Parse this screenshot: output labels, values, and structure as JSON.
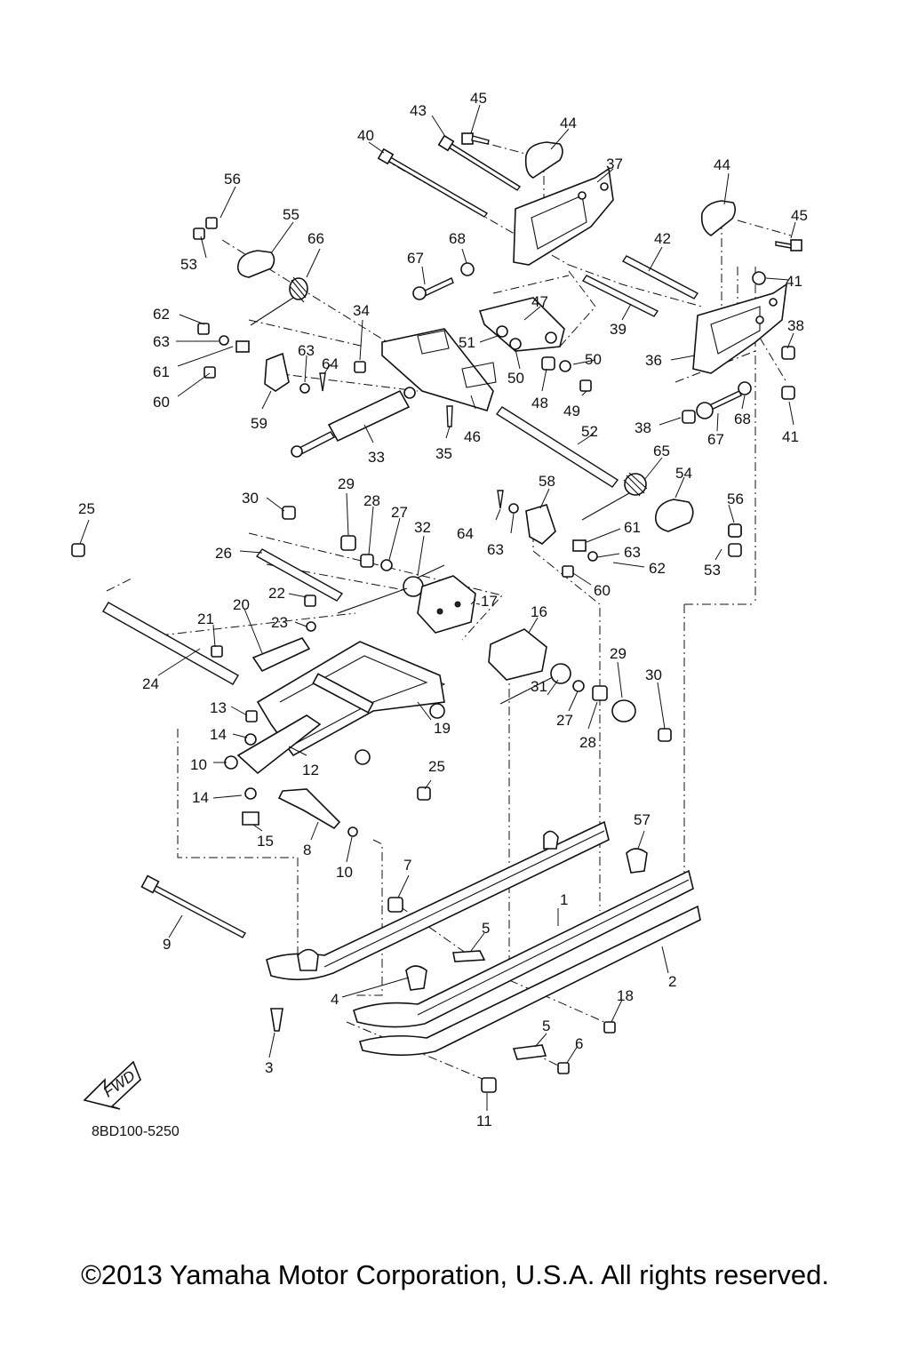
{
  "diagram": {
    "callouts": [
      "1",
      "2",
      "3",
      "4",
      "5",
      "5",
      "6",
      "7",
      "8",
      "9",
      "10",
      "10",
      "11",
      "12",
      "13",
      "14",
      "14",
      "15",
      "16",
      "17",
      "18",
      "19",
      "20",
      "21",
      "22",
      "23",
      "24",
      "25",
      "25",
      "26",
      "27",
      "27",
      "28",
      "28",
      "29",
      "29",
      "30",
      "30",
      "31",
      "32",
      "33",
      "34",
      "35",
      "36",
      "37",
      "38",
      "38",
      "39",
      "40",
      "41",
      "41",
      "42",
      "43",
      "44",
      "44",
      "45",
      "45",
      "46",
      "47",
      "48",
      "49",
      "50",
      "50",
      "51",
      "52",
      "53",
      "53",
      "54",
      "55",
      "56",
      "56",
      "57",
      "58",
      "59",
      "60",
      "60",
      "61",
      "61",
      "62",
      "62",
      "63",
      "63",
      "63",
      "63",
      "64",
      "64",
      "65",
      "66",
      "67",
      "67",
      "68",
      "68"
    ],
    "drawing_code": "8BD100-5250",
    "fwd_label": "FWD"
  },
  "footer": {
    "copyright": "©2013 Yamaha Motor Corporation, U.S.A. All rights reserved."
  }
}
